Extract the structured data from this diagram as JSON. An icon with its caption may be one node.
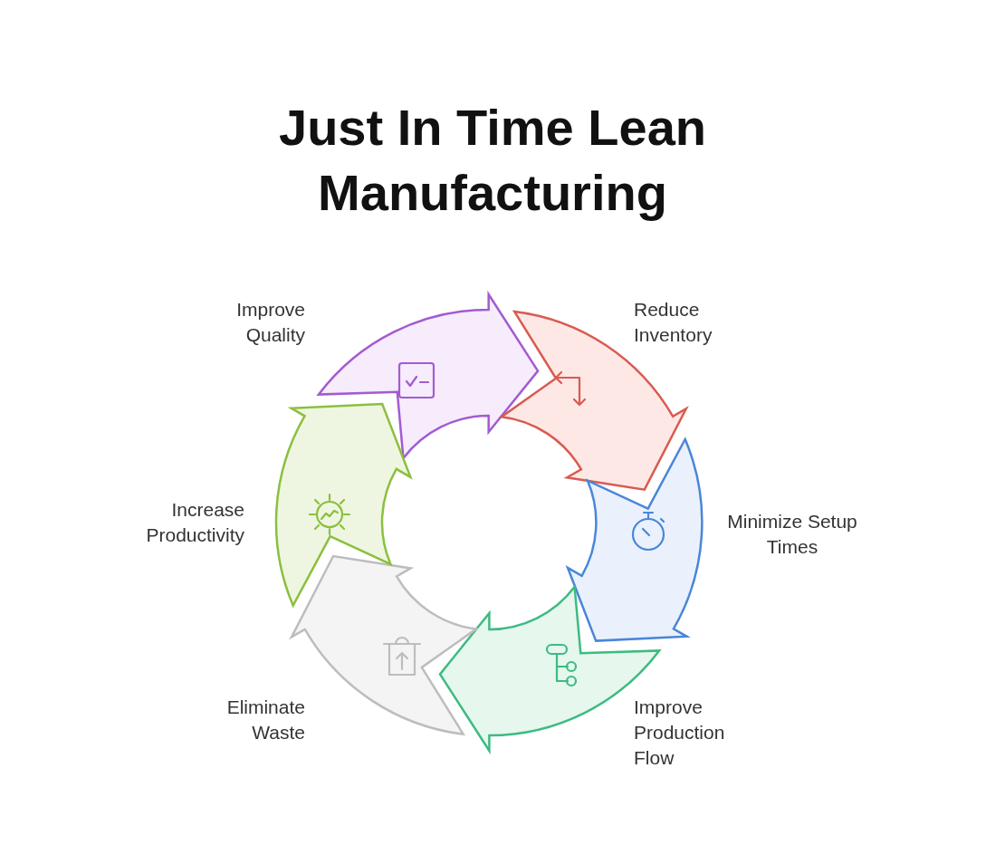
{
  "diagram": {
    "title": "Just In Time Lean Manufacturing",
    "nodes": [
      {
        "text": [],
        "shape": "arrow",
        "beside": [
          "Improve Quality"
        ]
      },
      {
        "text": [],
        "shape": "arrow",
        "beside": [
          "Reduce Inventory"
        ]
      },
      {
        "text": [],
        "shape": "arrow",
        "beside": [
          "Minimize Setup Times"
        ]
      },
      {
        "text": [],
        "shape": "arrow",
        "beside": [
          "Improve Production Flow"
        ]
      },
      {
        "text": [],
        "shape": "arrow",
        "beside": [
          "Eliminate Waste"
        ]
      },
      {
        "text": [],
        "shape": "arrow",
        "beside": [
          "Increase Productivity"
        ]
      }
    ]
  }
}
